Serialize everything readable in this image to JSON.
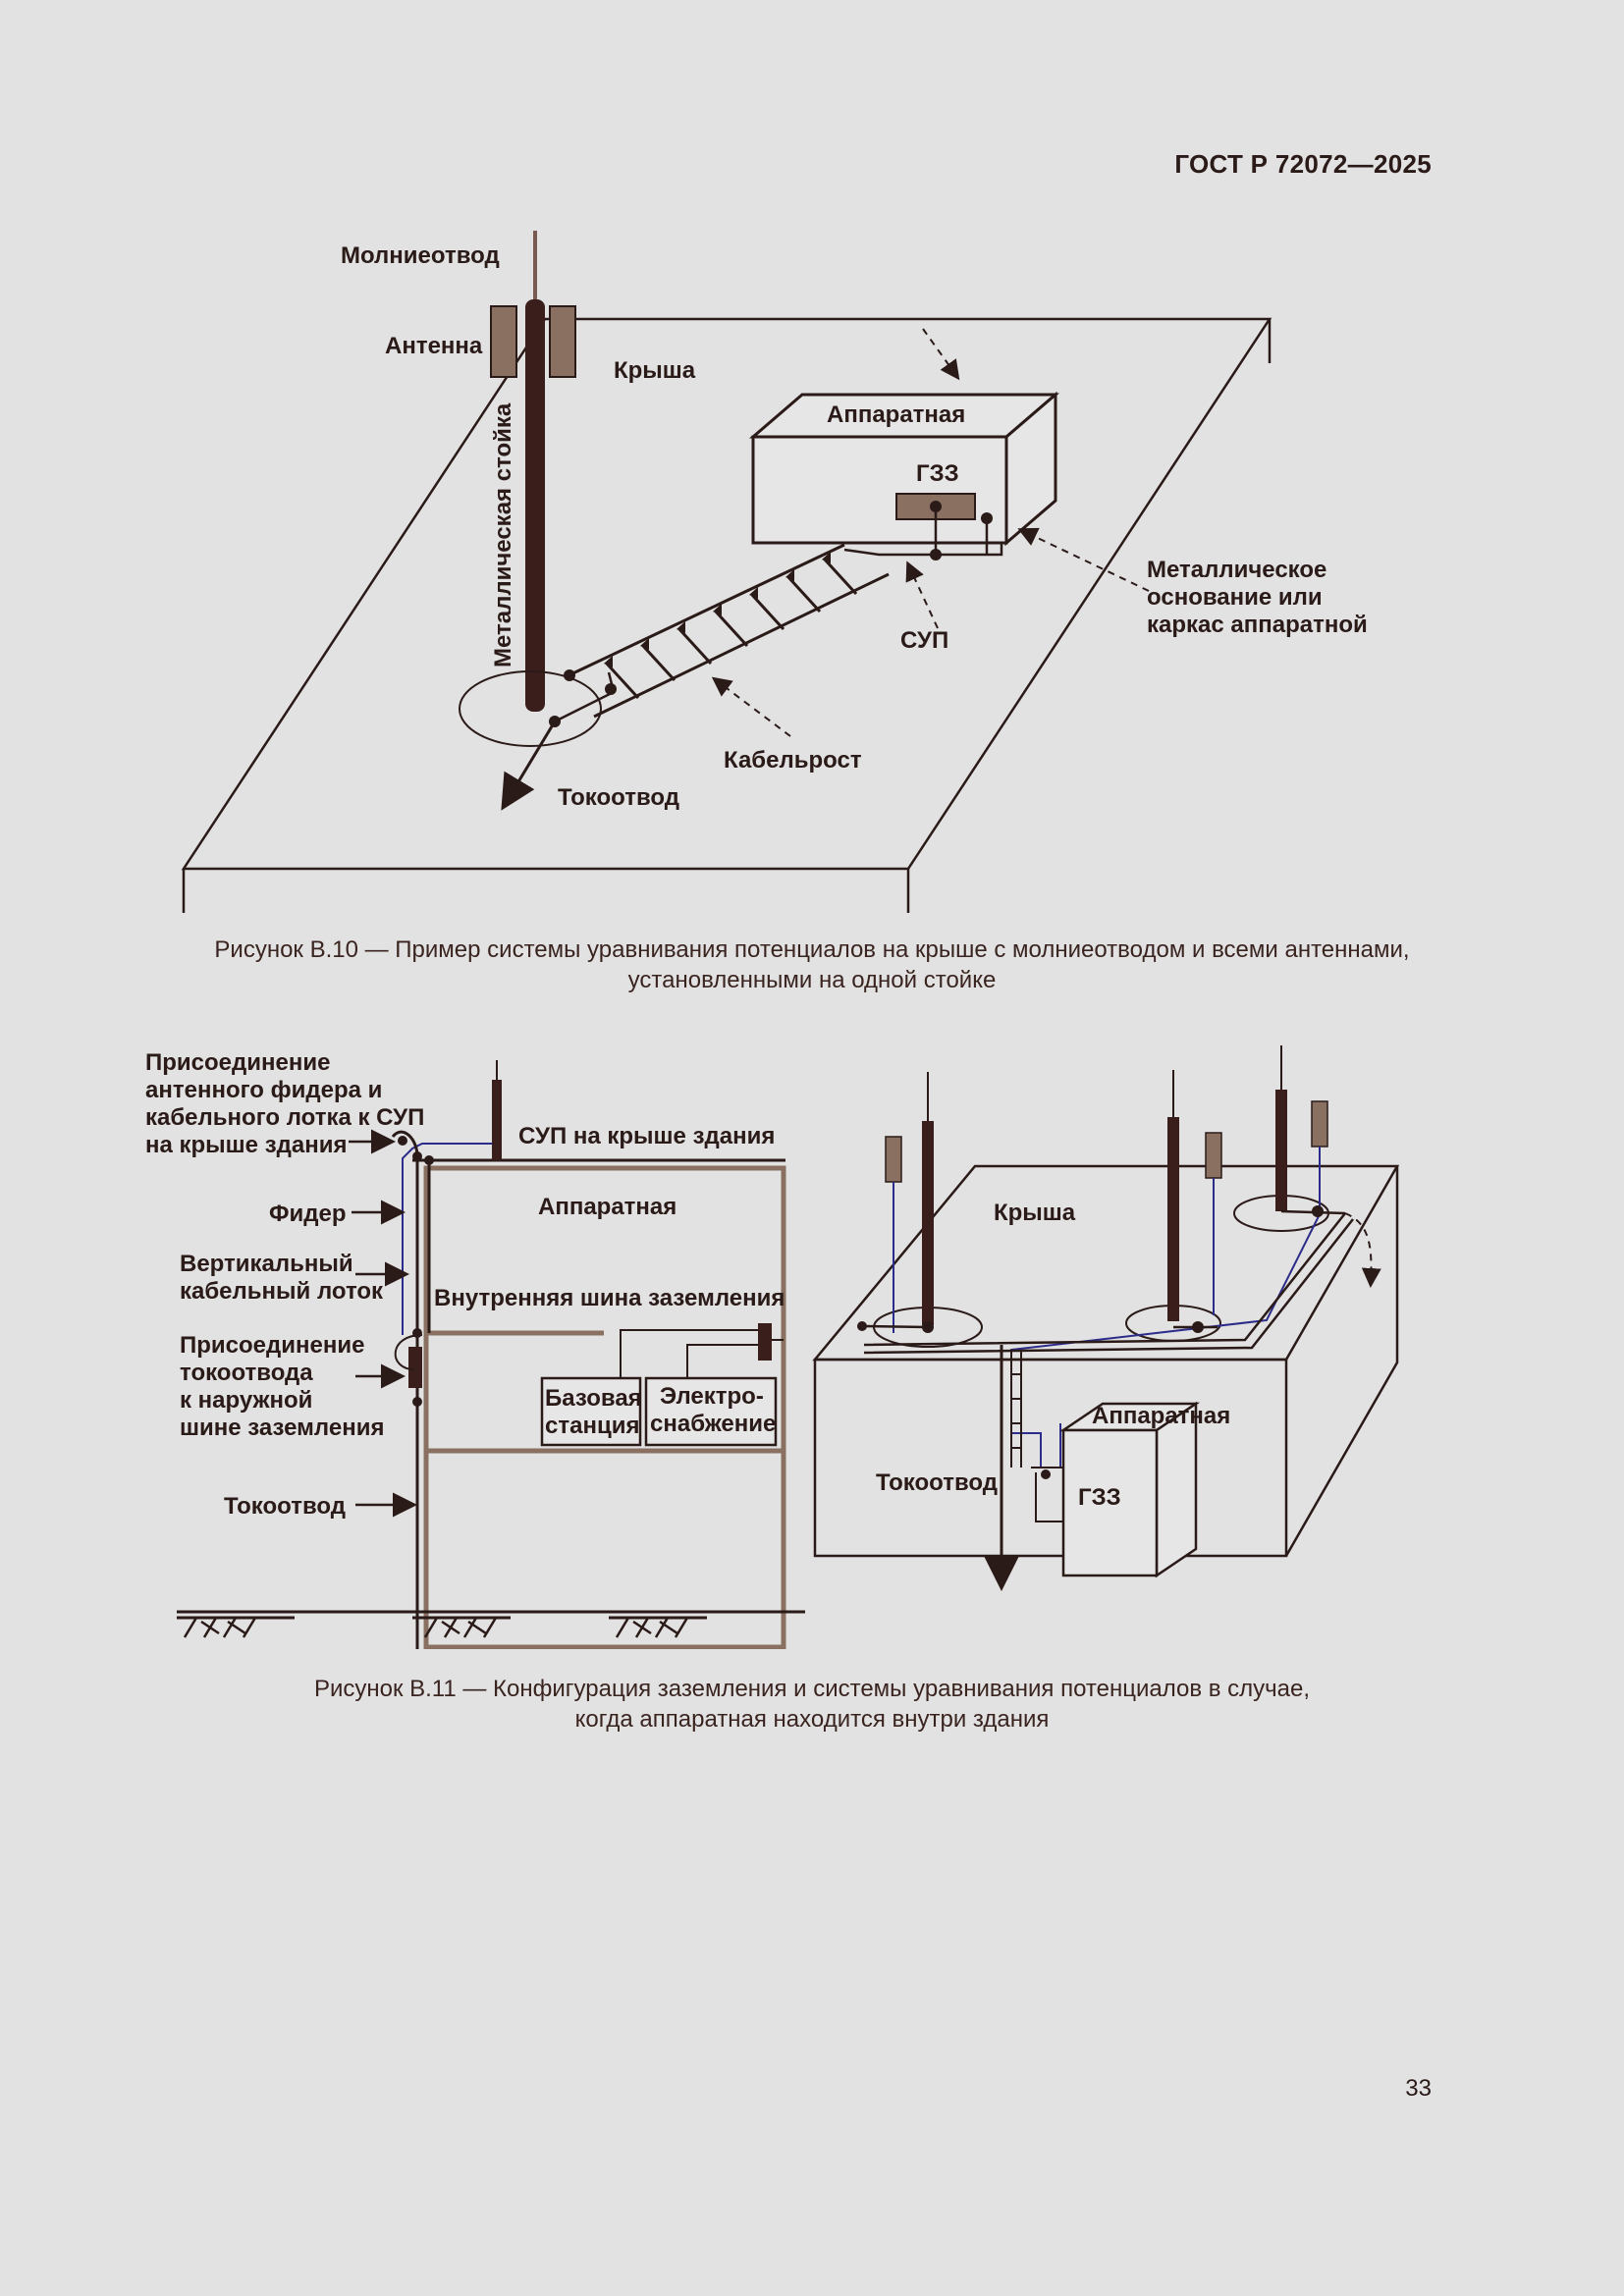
{
  "header": {
    "standard": "ГОСТ Р 72072—2025"
  },
  "page_number": "33",
  "figure10": {
    "caption_line1": "Рисунок В.10 — Пример системы уравнивания потенциалов на крыше с молниеотводом и всеми антеннами,",
    "caption_line2": "установленными на одной стойке",
    "labels": {
      "lightning_rod": "Молниеотвод",
      "antenna": "Антенна",
      "roof": "Крыша",
      "metal_mast": "Металлическая стойка",
      "equipment_room": "Аппаратная",
      "main_ground_bus": "ГЗЗ",
      "metal_base_1": "Металлическое",
      "metal_base_2": "основание или",
      "metal_base_3": "каркас аппаратной",
      "sup": "СУП",
      "cable_tray": "Кабельрост",
      "down_conductor": "Токоотвод"
    }
  },
  "figure11": {
    "caption_line1": "Рисунок В.11 — Конфигурация заземления и системы уравнивания потенциалов в случае,",
    "caption_line2": "когда аппаратная находится внутри здания",
    "labels": {
      "feeder_connection_1": "Присоединение",
      "feeder_connection_2": "антенного фидера и",
      "feeder_connection_3": "кабельного лотка к СУП",
      "feeder_connection_4": "на крыше здания",
      "sup_on_roof": "СУП на крыше здания",
      "equipment_room": "Аппаратная",
      "feeder": "Фидер",
      "vertical_tray_1": "Вертикальный",
      "vertical_tray_2": "кабельный лоток",
      "internal_bus": "Внутренняя шина заземления",
      "down_connection_1": "Присоединение",
      "down_connection_2": "токоотвода",
      "down_connection_3": "к наружной",
      "down_connection_4": "шине заземления",
      "base_station_1": "Базовая",
      "base_station_2": "станция",
      "power_supply_1": "Электро-",
      "power_supply_2": "снабжение",
      "down_conductor": "Токоотвод",
      "roof": "Крыша",
      "equipment_room_right": "Аппаратная",
      "main_ground_bus": "ГЗЗ",
      "down_conductor_right": "Токоотвод"
    }
  }
}
